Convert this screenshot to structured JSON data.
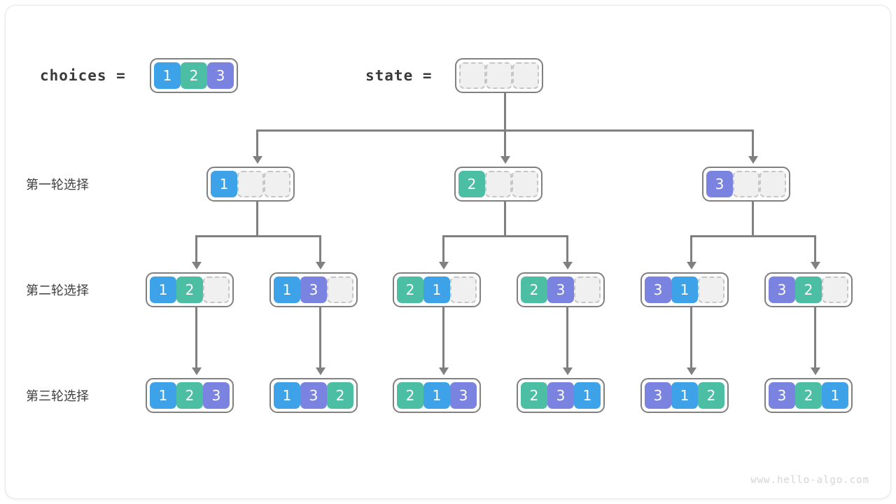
{
  "figure": {
    "watermark": "www.hello-algo.com",
    "colors": {
      "value_1": "#3da2e8",
      "value_2": "#4cbea4",
      "value_3": "#7b83e0",
      "empty_cell": "#f0f0f0",
      "connector": "#808080",
      "frame": "#e8e8e8"
    }
  },
  "header": {
    "choices_label": "choices =",
    "choices_values": [
      "1",
      "2",
      "3"
    ],
    "state_label": "state =",
    "state_values": [
      "",
      "",
      ""
    ]
  },
  "rows": [
    {
      "label": "第一轮选择"
    },
    {
      "label": "第二轮选择"
    },
    {
      "label": "第三轮选择"
    }
  ],
  "level1": [
    {
      "values": [
        "1",
        "",
        ""
      ]
    },
    {
      "values": [
        "2",
        "",
        ""
      ]
    },
    {
      "values": [
        "3",
        "",
        ""
      ]
    }
  ],
  "level2": [
    {
      "values": [
        "1",
        "2",
        ""
      ]
    },
    {
      "values": [
        "1",
        "3",
        ""
      ]
    },
    {
      "values": [
        "2",
        "1",
        ""
      ]
    },
    {
      "values": [
        "2",
        "3",
        ""
      ]
    },
    {
      "values": [
        "3",
        "1",
        ""
      ]
    },
    {
      "values": [
        "3",
        "2",
        ""
      ]
    }
  ],
  "level3": [
    {
      "values": [
        "1",
        "2",
        "3"
      ]
    },
    {
      "values": [
        "1",
        "3",
        "2"
      ]
    },
    {
      "values": [
        "2",
        "1",
        "3"
      ]
    },
    {
      "values": [
        "2",
        "3",
        "1"
      ]
    },
    {
      "values": [
        "3",
        "1",
        "2"
      ]
    },
    {
      "values": [
        "3",
        "2",
        "1"
      ]
    }
  ]
}
